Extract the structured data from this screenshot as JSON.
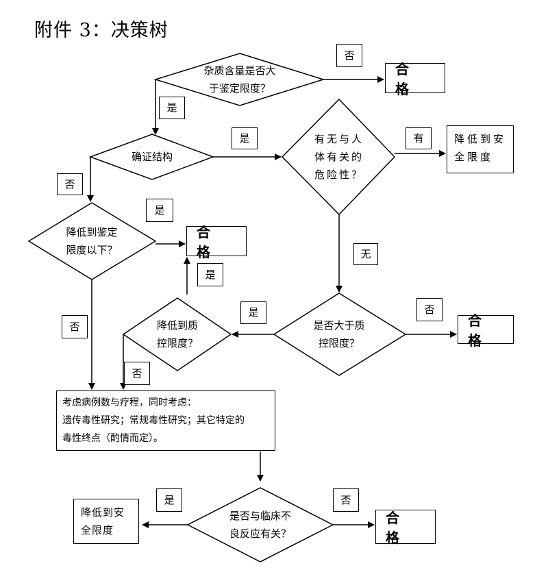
{
  "title": "附件 3：决策树",
  "nodes": {
    "d_impurity": [
      "杂质含量是否大",
      "于鉴定限度？"
    ],
    "d_structure": [
      "确证结构"
    ],
    "d_related": [
      "有无与人",
      "体有关的",
      "危险性？"
    ],
    "d_reduce": [
      "降低到鉴定",
      "限度以下？"
    ],
    "d_exceed_qc": [
      "是否大于质",
      "控限度？"
    ],
    "d_reduce_qc": [
      "降低到质",
      "控限度？"
    ],
    "d_adverse": [
      "是否与临床不",
      "良反应有关？"
    ],
    "pass1": "合 格",
    "pass2": "合 格",
    "pass3": "合 格",
    "pass4": "合 格",
    "safe1": "降低到安全限度",
    "safe2": "降低到安全限度",
    "consider": [
      "考虑病例数与疗程，同时考虑：",
      "遗传毒性研究；常规毒性研究；其它特定的",
      "毒性终点（酌情而定）。"
    ]
  },
  "labels": {
    "no": "否",
    "yes": "是",
    "has": "有",
    "none": "无"
  }
}
